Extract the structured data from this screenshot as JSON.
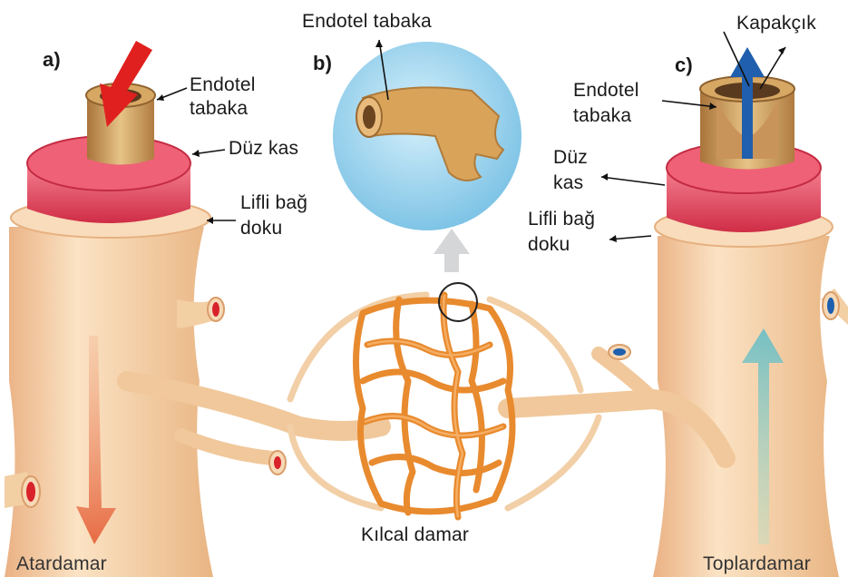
{
  "panels": {
    "a": {
      "tag": "a)",
      "endothelium_line1": "Endotel",
      "endothelium_line2": "tabaka",
      "smooth_muscle": "Düz kas",
      "connective_line1": "Lifli bağ",
      "connective_line2": "doku",
      "vessel_name": "Atardamar"
    },
    "b": {
      "tag": "b)",
      "endothelium": "Endotel tabaka",
      "vessel_name": "Kılcal damar"
    },
    "c": {
      "tag": "c)",
      "valve": "Kapakçık",
      "endothelium_line1": "Endotel",
      "endothelium_line2": "tabaka",
      "smooth_muscle_line1": "Düz",
      "smooth_muscle_line2": "kas",
      "connective_line1": "Lifli bağ",
      "connective_line2": "doku",
      "vessel_name": "Toplardamar"
    }
  },
  "colors": {
    "tissue": "#f6d3a8",
    "tissue_shadow": "#e9b27d",
    "muscle": "#e2445c",
    "capillary": "#e88a2e",
    "artery_flow": "#e4572e",
    "vein_flow": "#7ec9c9",
    "valve_flow": "#1f5fae",
    "artery_arrow": "#e0201f",
    "bubble": "#9fd3ec"
  }
}
